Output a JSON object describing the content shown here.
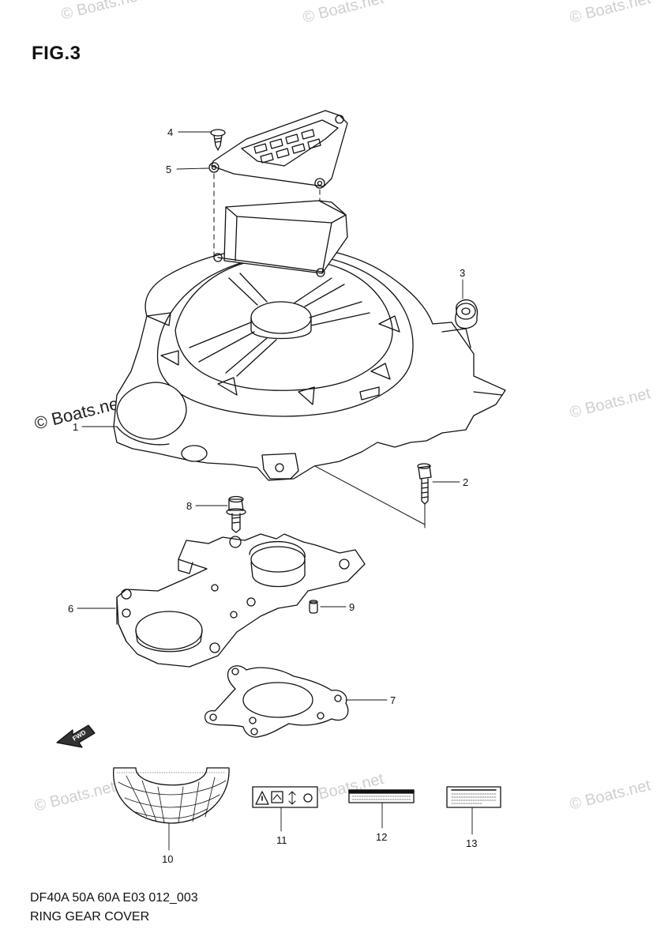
{
  "figure": {
    "title": "FIG.3",
    "code": "DF40A 50A 60A E03 012_003",
    "name": "RING GEAR COVER"
  },
  "watermark": "© Boats.net",
  "callouts": [
    "1",
    "2",
    "3",
    "4",
    "5",
    "6",
    "7",
    "8",
    "9",
    "10",
    "11",
    "12",
    "13"
  ],
  "arrow_label": "FWD",
  "colors": {
    "line": "#111111",
    "watermark": "#cfcfcf",
    "background": "#ffffff"
  }
}
